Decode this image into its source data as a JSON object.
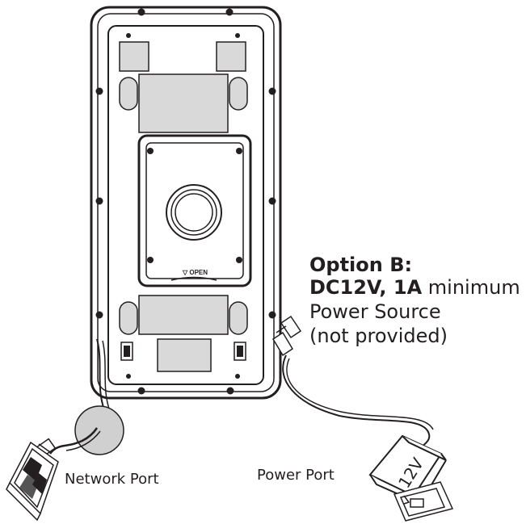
{
  "labels": {
    "option_title": "Option B:",
    "spec_bold": "DC12V, 1A",
    "spec_rest": " minimum",
    "power_source": "Power Source",
    "not_provided": "(not provided)",
    "network_port": "Network Port",
    "power_port": "Power Port",
    "open_marker": "▽ OPEN",
    "adapter_text": "12V"
  },
  "colors": {
    "line": "#231f20",
    "device_fill": "#ffffff",
    "recess_fill": "#d9d9d9",
    "grommet_fill": "#d0d0d0",
    "screw_fill": "#231f20"
  }
}
